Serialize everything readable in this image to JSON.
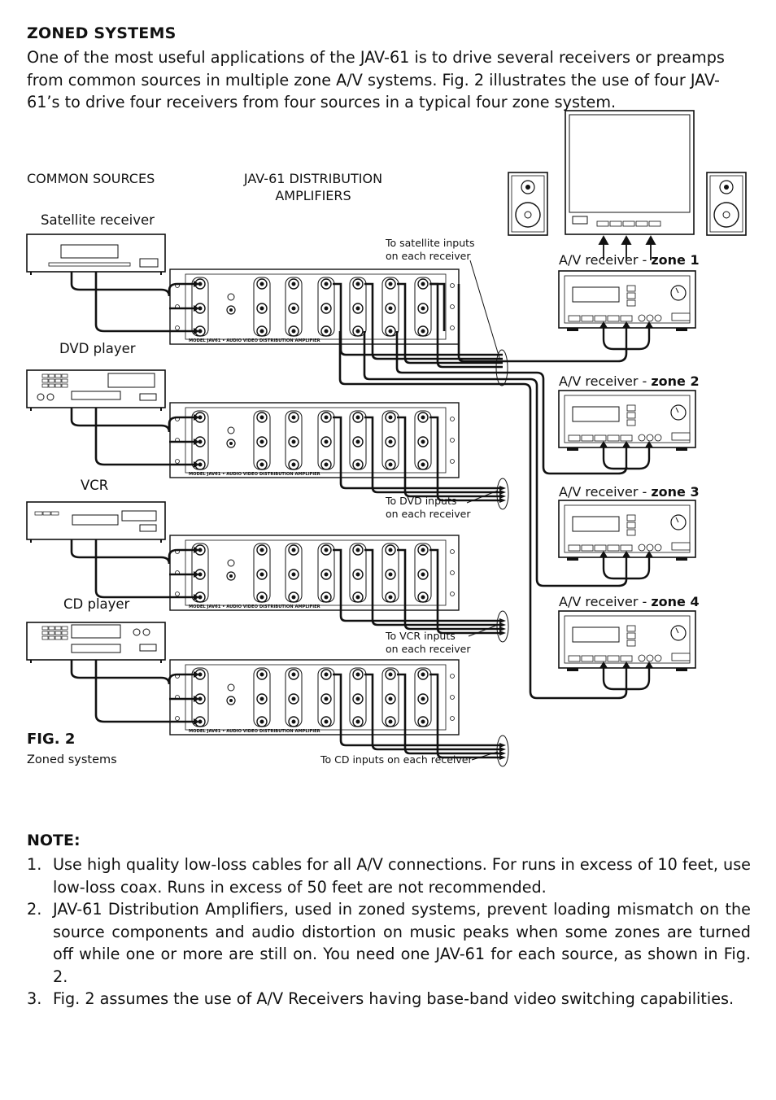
{
  "heading": "ZONED SYSTEMS",
  "intro": "One of the most useful applications of the JAV-61 is to drive several receivers or preamps from common sources in multiple zone A/V systems. Fig. 2 illustrates the use of four JAV-61’s to drive four receivers from four sources in a typical four zone system.",
  "figure": {
    "common_sources_label": "COMMON SOURCES",
    "amps_label_line1": "JAV-61 DISTRIBUTION",
    "amps_label_line2": "AMPLIFIERS",
    "sources": [
      "Satellite receiver",
      "DVD player",
      "VCR",
      "CD player"
    ],
    "receiver_prefix": "A/V receiver - ",
    "zones": [
      "zone 1",
      "zone 2",
      "zone 3",
      "zone 4"
    ],
    "callout_sat_1": "To satellite inputs",
    "callout_sat_2": "on each receiver",
    "callout_dvd_1": "To DVD inputs",
    "callout_dvd_2": "on each receiver",
    "callout_vcr_1": "To VCR inputs",
    "callout_vcr_2": "on each receiver",
    "callout_cd": "To CD inputs on each receiver",
    "amp_model": "MODEL JAV61 • AUDIO VIDEO DISTRIBUTION AMPLIFIER",
    "fig_label": "FIG. 2",
    "fig_caption": "Zoned systems"
  },
  "note_title": "NOTE:",
  "notes": [
    {
      "num": "1.",
      "text": "Use high quality low-loss cables for all A/V connections. For runs in excess of 10 feet, use low-loss coax. Runs in excess of 50 feet are not recommended."
    },
    {
      "num": "2.",
      "text": "JAV-61 Distribution Amplifiers, used in zoned systems, prevent loading mismatch on the source components and audio distortion on music peaks when some zones are turned off while one or more are still on. You need one JAV-61 for each source, as shown in Fig. 2."
    },
    {
      "num": "3.",
      "text": "Fig. 2 assumes the use of A/V Receivers having base-band video switching capabilities."
    }
  ]
}
